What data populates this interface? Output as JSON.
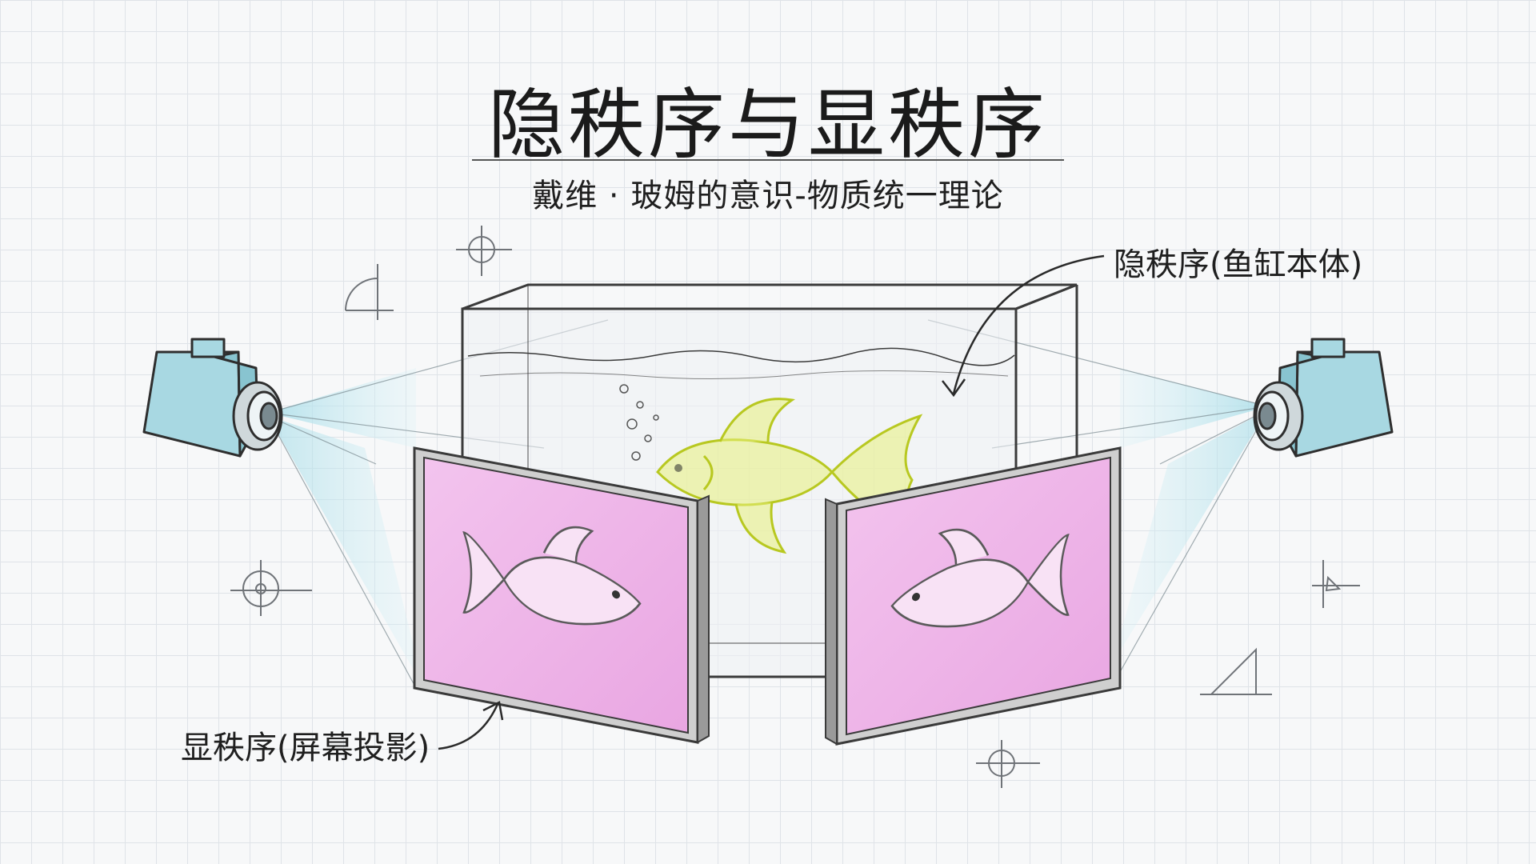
{
  "title": "隐秩序与显秩序",
  "subtitle": "戴维 · 玻姆的意识-物质统一理论",
  "labels": {
    "implicate_order": "隐秩序(鱼缸本体)",
    "explicate_order": "显秩序(屏幕投影)"
  },
  "colors": {
    "grid": "#dfe3e8",
    "camera": "#a8d8e2",
    "beam": "#cdeef5",
    "screen": "#f0b6e8",
    "goldfish": "#d9ea3a",
    "ink": "#2a2a2a"
  },
  "icons": [
    "camera-icon",
    "goldfish-icon",
    "fish-projection-icon",
    "crosshair-icon",
    "arrow-icon"
  ]
}
